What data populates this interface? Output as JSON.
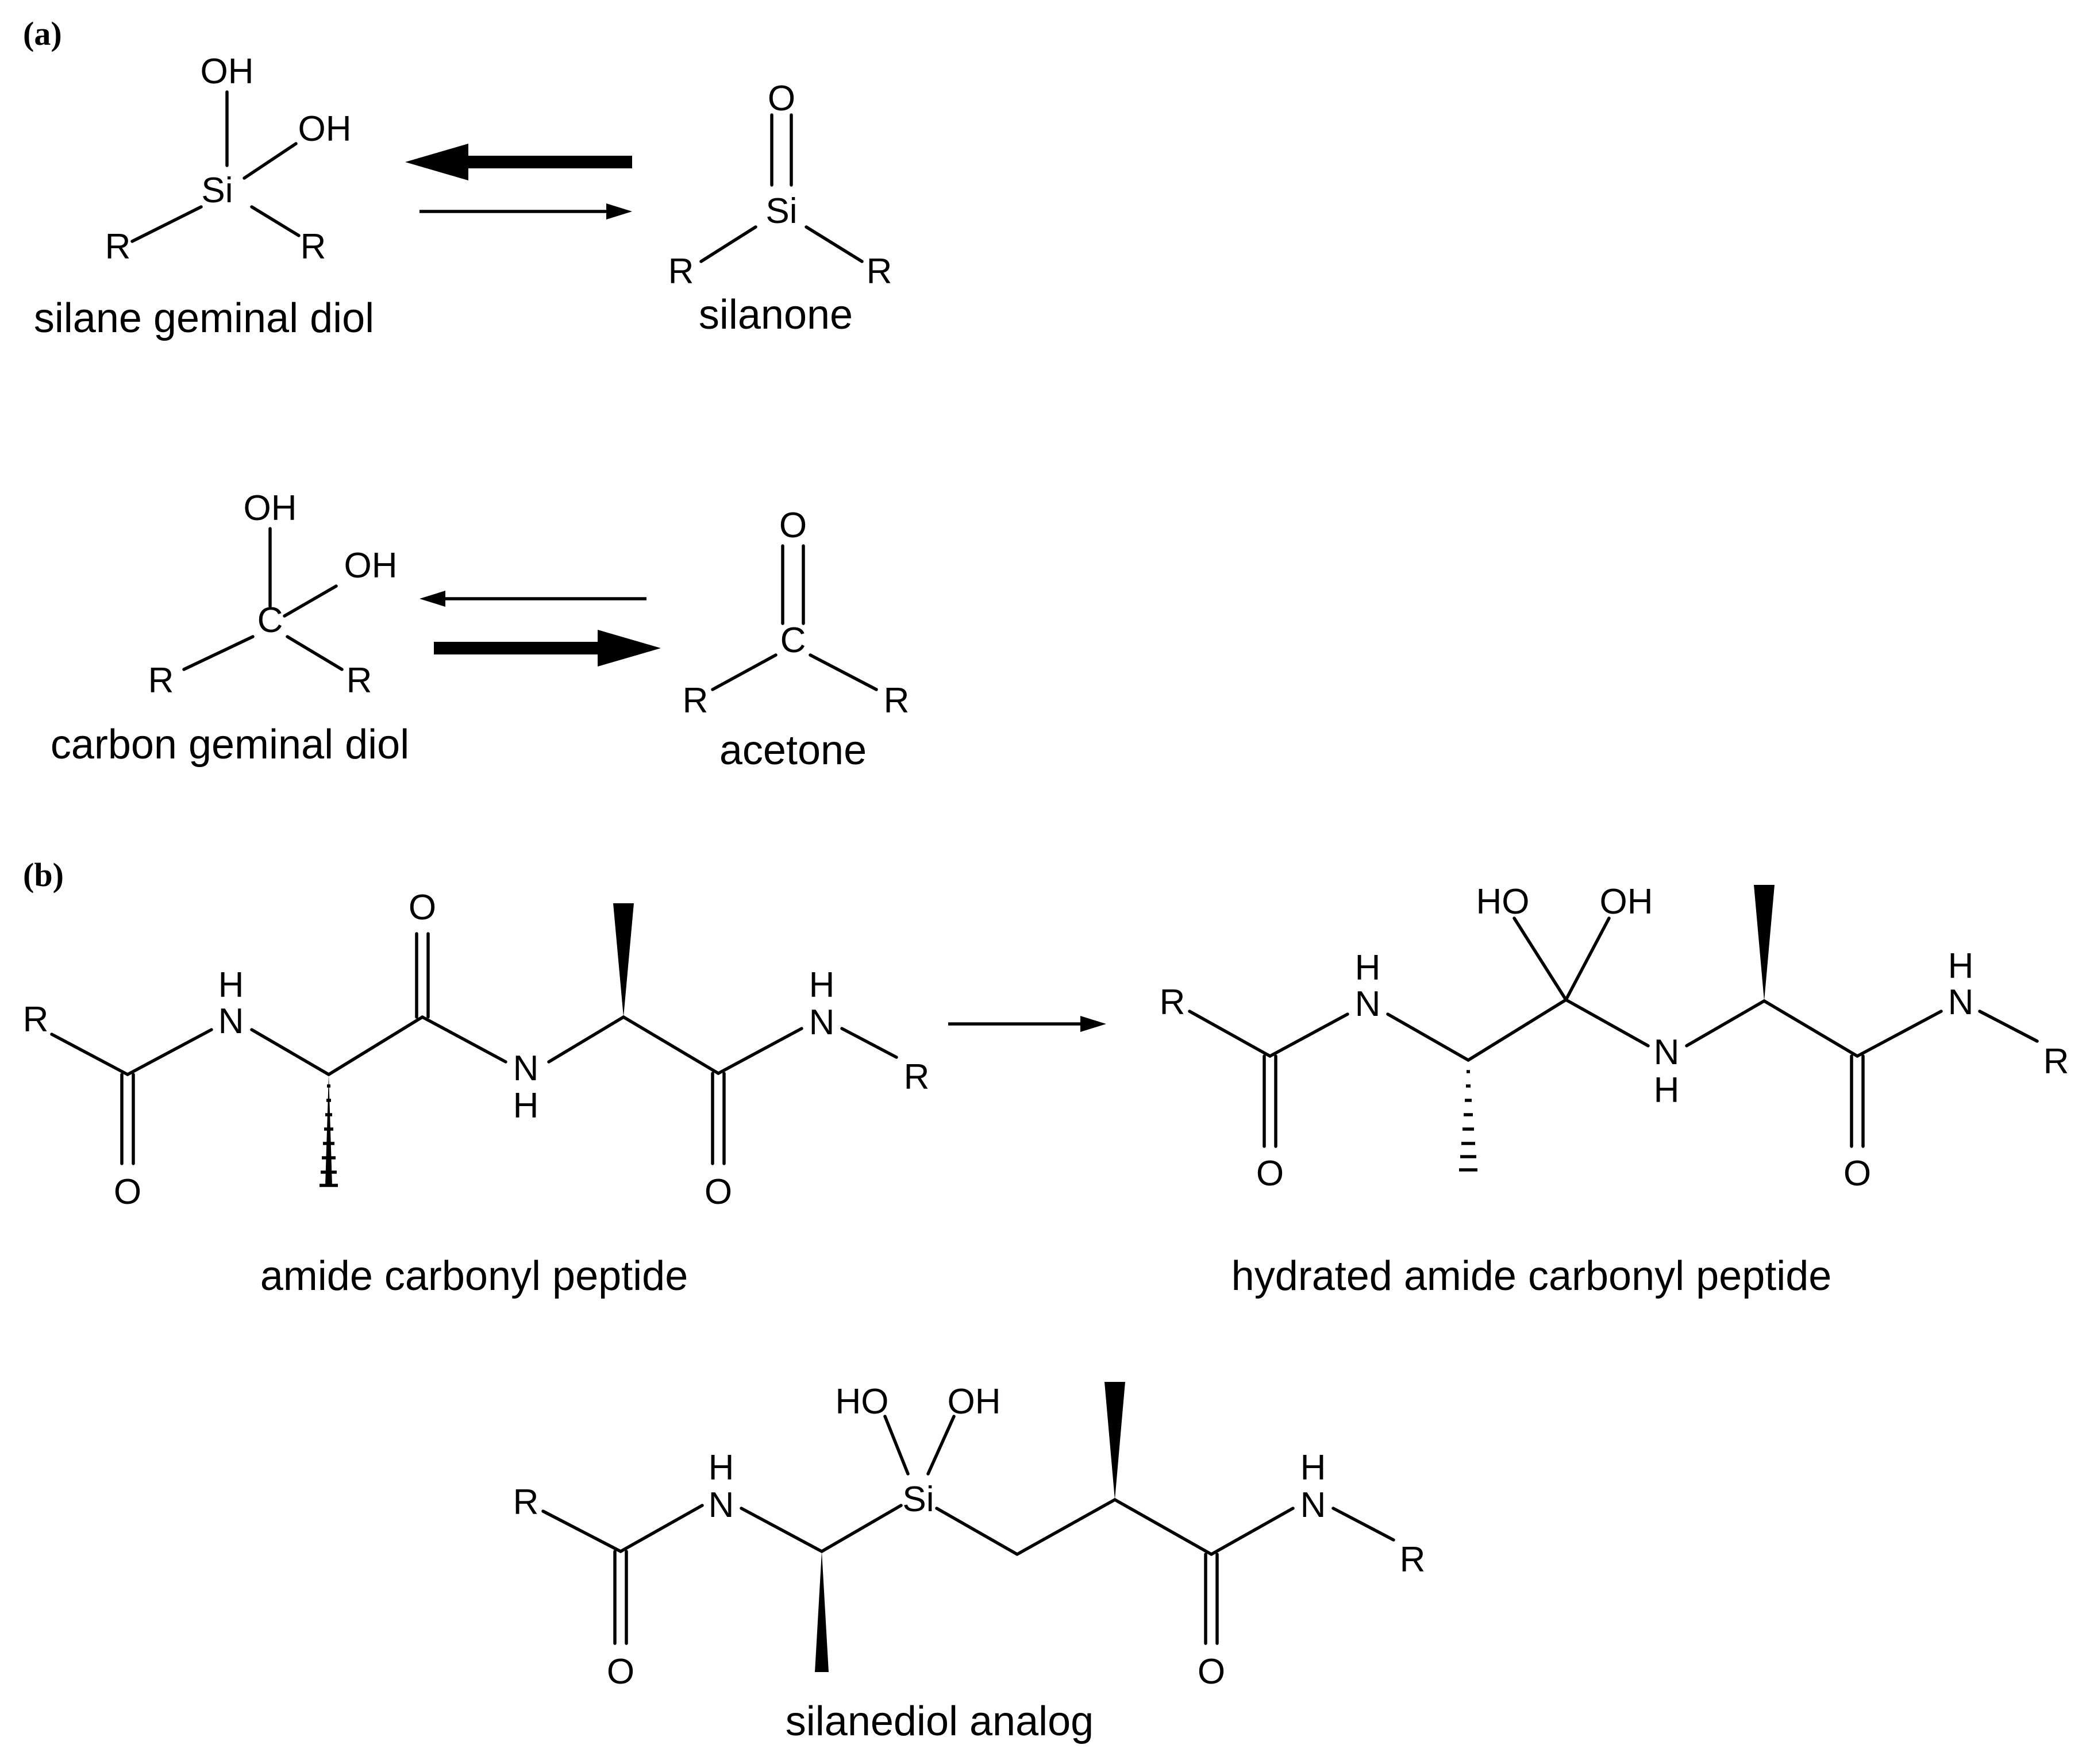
{
  "panels": {
    "a": "(a)",
    "b": "(b)"
  },
  "atoms": {
    "OH": "OH",
    "HO": "HO",
    "O": "O",
    "Si": "Si",
    "C": "C",
    "R": "R",
    "N": "N",
    "H": "H"
  },
  "captions": {
    "silane_geminal_diol": "silane geminal diol",
    "silanone": "silanone",
    "carbon_geminal_diol": "carbon geminal diol",
    "acetone": "acetone",
    "amide_carbonyl_peptide": "amide carbonyl peptide",
    "hydrated_amide_carbonyl_peptide": "hydrated amide carbonyl peptide",
    "silanediol_analog": "silanediol analog"
  },
  "equilibria": [
    {
      "forward": "silane geminal diol",
      "reverse": "silanone",
      "favored": "silane geminal diol"
    },
    {
      "forward": "carbon geminal diol",
      "reverse": "acetone",
      "favored": "acetone"
    }
  ],
  "reaction": {
    "reactant": "amide carbonyl peptide",
    "product": "hydrated amide carbonyl peptide"
  }
}
